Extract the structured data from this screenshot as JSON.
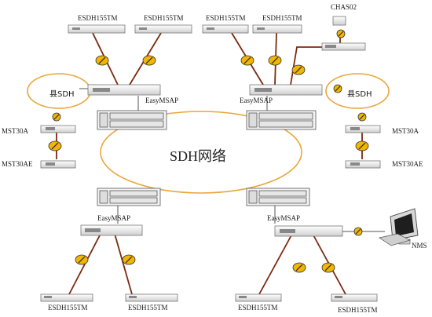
{
  "center_label": "SDH网络",
  "left_ring_label": "县SDH",
  "right_ring_label": "县SDH",
  "devices": {
    "esd_tl": "ESDH155TM",
    "esd_tm": "ESDH155TM",
    "esd_tr1": "ESDH155TM",
    "esd_tr2": "ESDH155TM",
    "chas": "CHAS02",
    "easy_tl": "EasyMSAP",
    "easy_tr": "EasyMSAP",
    "easy_bl": "EasyMSAP",
    "easy_br": "EasyMSAP",
    "mst_l1": "MST30A",
    "mst_l2": "MST30AE",
    "mst_r1": "MST30A",
    "mst_r2": "MST30AE",
    "esd_bl1": "ESDH155TM",
    "esd_bl2": "ESDH155TM",
    "esd_br1": "ESDH155TM",
    "esd_br2": "ESDH155TM",
    "nms": "NMS"
  },
  "colors": {
    "ring": "#e8a73a",
    "fiber": "#7a2a10",
    "badge": "#f2b600",
    "device": "#e9e9e9"
  }
}
